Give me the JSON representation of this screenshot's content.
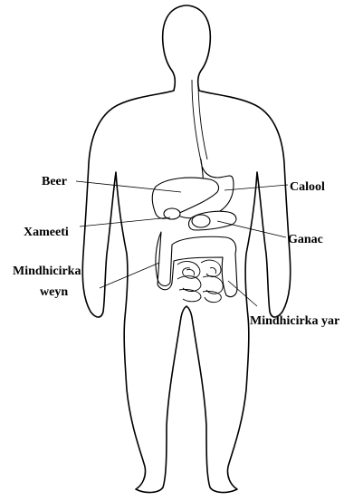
{
  "labels": {
    "liver": "Beer",
    "gallbladder": "Xameeti",
    "large_intestine_line1": "Mindhicirka",
    "large_intestine_line2": "weyn",
    "stomach": "Calool",
    "pancreas": "Ganac",
    "small_intestine": "Mindhicirka yar"
  },
  "colors": {
    "line": "#000000",
    "background": "#ffffff"
  }
}
